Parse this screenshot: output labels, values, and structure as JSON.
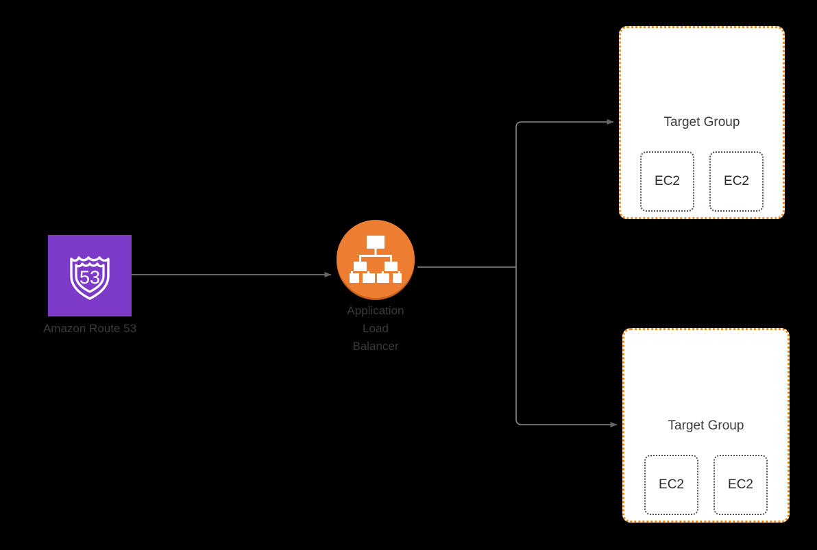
{
  "diagram": {
    "type": "aws-architecture",
    "background_color": "#000000",
    "nodes": {
      "route53": {
        "label": "Amazon Route 53",
        "icon": "route53-shield-icon",
        "icon_text": "53",
        "tile_color": "#7D3AC9",
        "label_color": "#3b3b3b"
      },
      "alb": {
        "label_line1": "Application",
        "label_line2": "Load",
        "label_line3": "Balancer",
        "icon": "load-balancer-hierarchy-icon",
        "circle_color": "#ED7D31",
        "shadow_color": "#C8611F",
        "label_color": "#3b3b3b"
      },
      "target_groups": [
        {
          "title": "Target Group",
          "border_color": "#F2870D",
          "fill_color": "#ffffff",
          "instances": [
            {
              "label": "EC2"
            },
            {
              "label": "EC2"
            }
          ]
        },
        {
          "title": "Target Group",
          "border_color": "#F2870D",
          "fill_color": "#ffffff",
          "instances": [
            {
              "label": "EC2"
            },
            {
              "label": "EC2"
            }
          ]
        }
      ]
    },
    "connectors": {
      "line_color": "#8a8a8a",
      "arrow_color": "#666666",
      "edges": [
        {
          "from": "route53",
          "to": "alb"
        },
        {
          "from": "alb",
          "to": "target-group-top"
        },
        {
          "from": "alb",
          "to": "target-group-bottom"
        }
      ]
    }
  }
}
